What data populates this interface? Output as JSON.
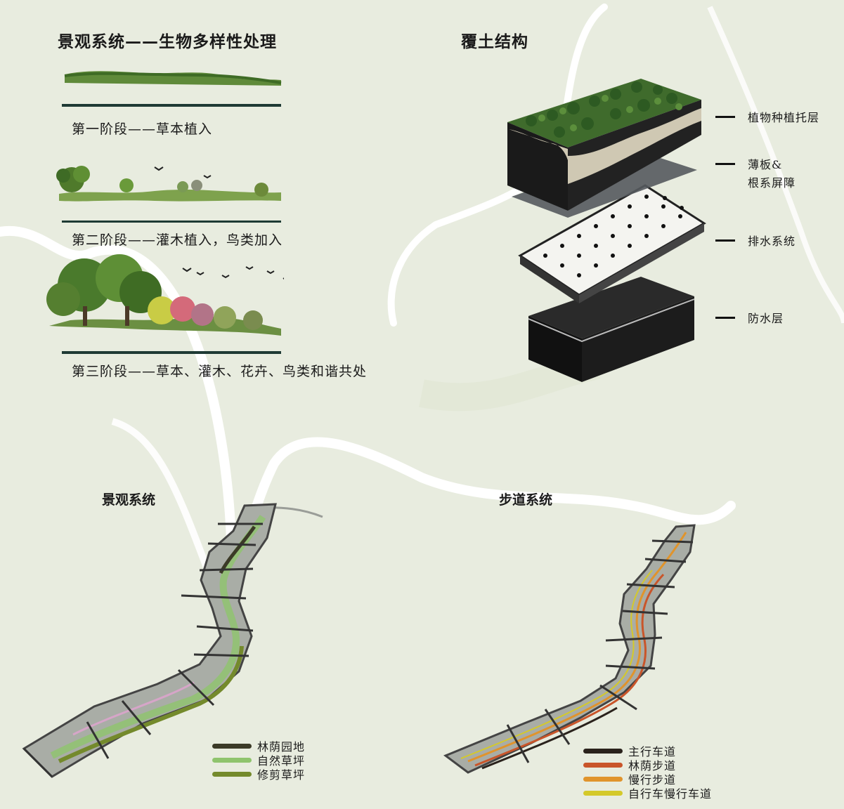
{
  "biodiversity": {
    "title": "景观系统——生物多样性处理",
    "stages": [
      {
        "label": "第一阶段——草本植入"
      },
      {
        "label": "第二阶段——灌木植入，鸟类加入"
      },
      {
        "label": "第三阶段——草本、灌木、花卉、鸟类和谐共处"
      }
    ]
  },
  "soil_structure": {
    "title": "覆土结构",
    "layers": [
      {
        "label": "植物种植托层"
      },
      {
        "label": "薄板&\n根系屏障"
      },
      {
        "label": "排水系统"
      },
      {
        "label": "防水层"
      }
    ]
  },
  "landscape_system": {
    "title": "景观系统",
    "legend": [
      {
        "label": "林荫园地",
        "color": "#3b3a27"
      },
      {
        "label": "自然草坪",
        "color": "#8fc46d"
      },
      {
        "label": "修剪草坪",
        "color": "#748a2c"
      }
    ]
  },
  "path_system": {
    "title": "步道系统",
    "legend": [
      {
        "label": "主行车道",
        "color": "#2a221c"
      },
      {
        "label": "林荫步道",
        "color": "#c9552a"
      },
      {
        "label": "慢行步道",
        "color": "#e0942c"
      },
      {
        "label": "自行车慢行车道",
        "color": "#d4c92a"
      }
    ]
  }
}
